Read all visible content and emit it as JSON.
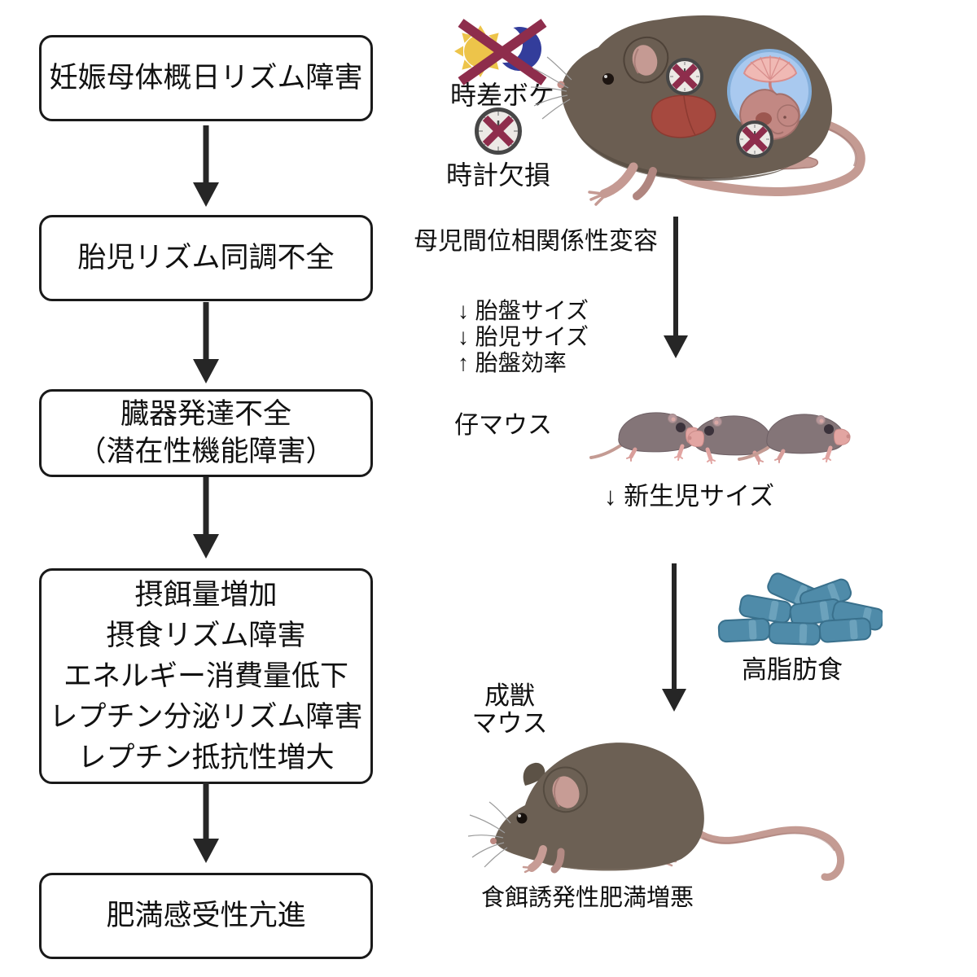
{
  "flowchart": {
    "boxes": [
      {
        "id": "maternal-circadian-disorder",
        "lines": [
          "妊娠母体概日リズム障害"
        ]
      },
      {
        "id": "fetal-rhythm-desynchrony",
        "lines": [
          "胎児リズム同調不全"
        ]
      },
      {
        "id": "organ-underdevelopment",
        "lines": [
          "臓器発達不全",
          "（潜在性機能障害）"
        ]
      },
      {
        "id": "metabolic-alterations",
        "lines": [
          "摂餌量増加",
          "摂食リズム障害",
          "エネルギー消費量低下",
          "レプチン分泌リズム障害",
          "レプチン抵抗性増大"
        ]
      },
      {
        "id": "obesity-susceptibility",
        "lines": [
          "肥満感受性亢進"
        ]
      }
    ]
  },
  "right_panel": {
    "jetlag_label": "時差ボケ",
    "clock_loss_label": "時計欠損",
    "phase_relation_label": "母児間位相関係性変容",
    "placenta_effects": [
      "↓ 胎盤サイズ",
      "↓ 胎児サイズ",
      "↑ 胎盤効率"
    ],
    "pups_label": "仔マウス",
    "newborn_size_label": "↓ 新生児サイズ",
    "high_fat_diet_label": "高脂肪食",
    "adult_mouse_label_lines": [
      "成獣",
      "マウス"
    ],
    "outcome_label": "食餌誘発性肥満増悪"
  },
  "icons": {
    "jetlag": "sun-moon-crossed-icon",
    "clock_loss": "clock-crossed-icon",
    "pregnant_mouse": "pregnant-mouse-illustration",
    "pups": "mouse-pups-illustration",
    "high_fat_diet": "food-pellets-illustration",
    "adult_mouse": "adult-obese-mouse-illustration"
  },
  "colors": {
    "box_border": "#1a1a1a",
    "arrow": "#262626",
    "cross_mark": "#8E2D4C",
    "sun": "#EDC44A",
    "moon": "#333D9B",
    "clock_face": "#ECE9E5",
    "clock_rim": "#474747",
    "mouse_body": "#6B5E52",
    "adult_mouse_body": "#6C6054",
    "pup_body": "#847578",
    "mouse_pink": "#C59A93",
    "liver": "#A6493F",
    "amniotic_sac_fill": "#A9C9EF",
    "amniotic_sac_stroke": "#85B0DC",
    "fetus": "#C28883",
    "placenta": "#F0B9B4",
    "pellet_fill": "#4F8BA9",
    "pellet_stroke": "#39708C"
  }
}
